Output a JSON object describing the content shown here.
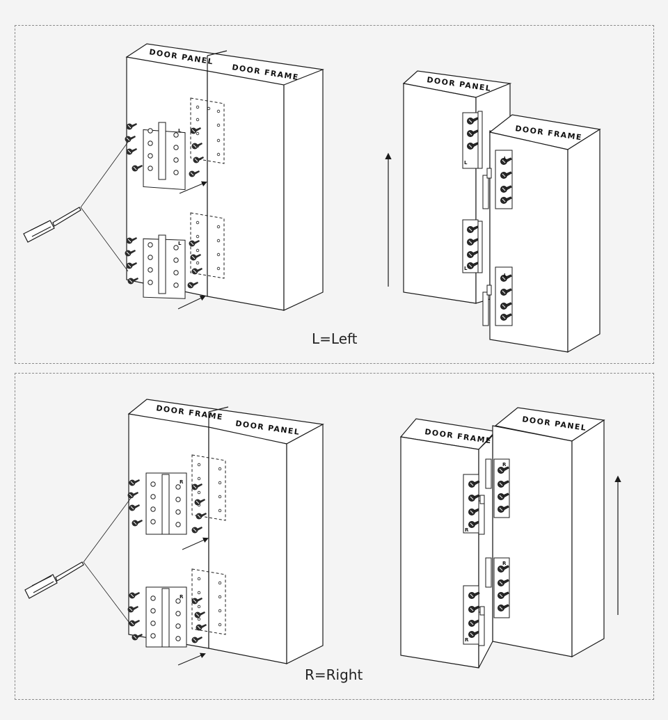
{
  "top_section": {
    "label_panel": "DOOR PANEL",
    "label_frame": "DOOR FRAME",
    "label_panel_2": "DOOR PANEL",
    "label_frame_2": "DOOR FRAME",
    "hinge_mark": "L",
    "caption": "L=Left"
  },
  "bottom_section": {
    "label_frame": "DOOR FRAME",
    "label_panel": "DOOR PANEL",
    "label_frame_2": "DOOR FRAME",
    "label_panel_2": "DOOR PANEL",
    "hinge_mark": "R",
    "caption": "R=Right"
  },
  "colors": {
    "background": "#f4f4f4",
    "line": "#1a1a1a",
    "box_face": "#ffffff",
    "dash": "#8a8a8a"
  }
}
